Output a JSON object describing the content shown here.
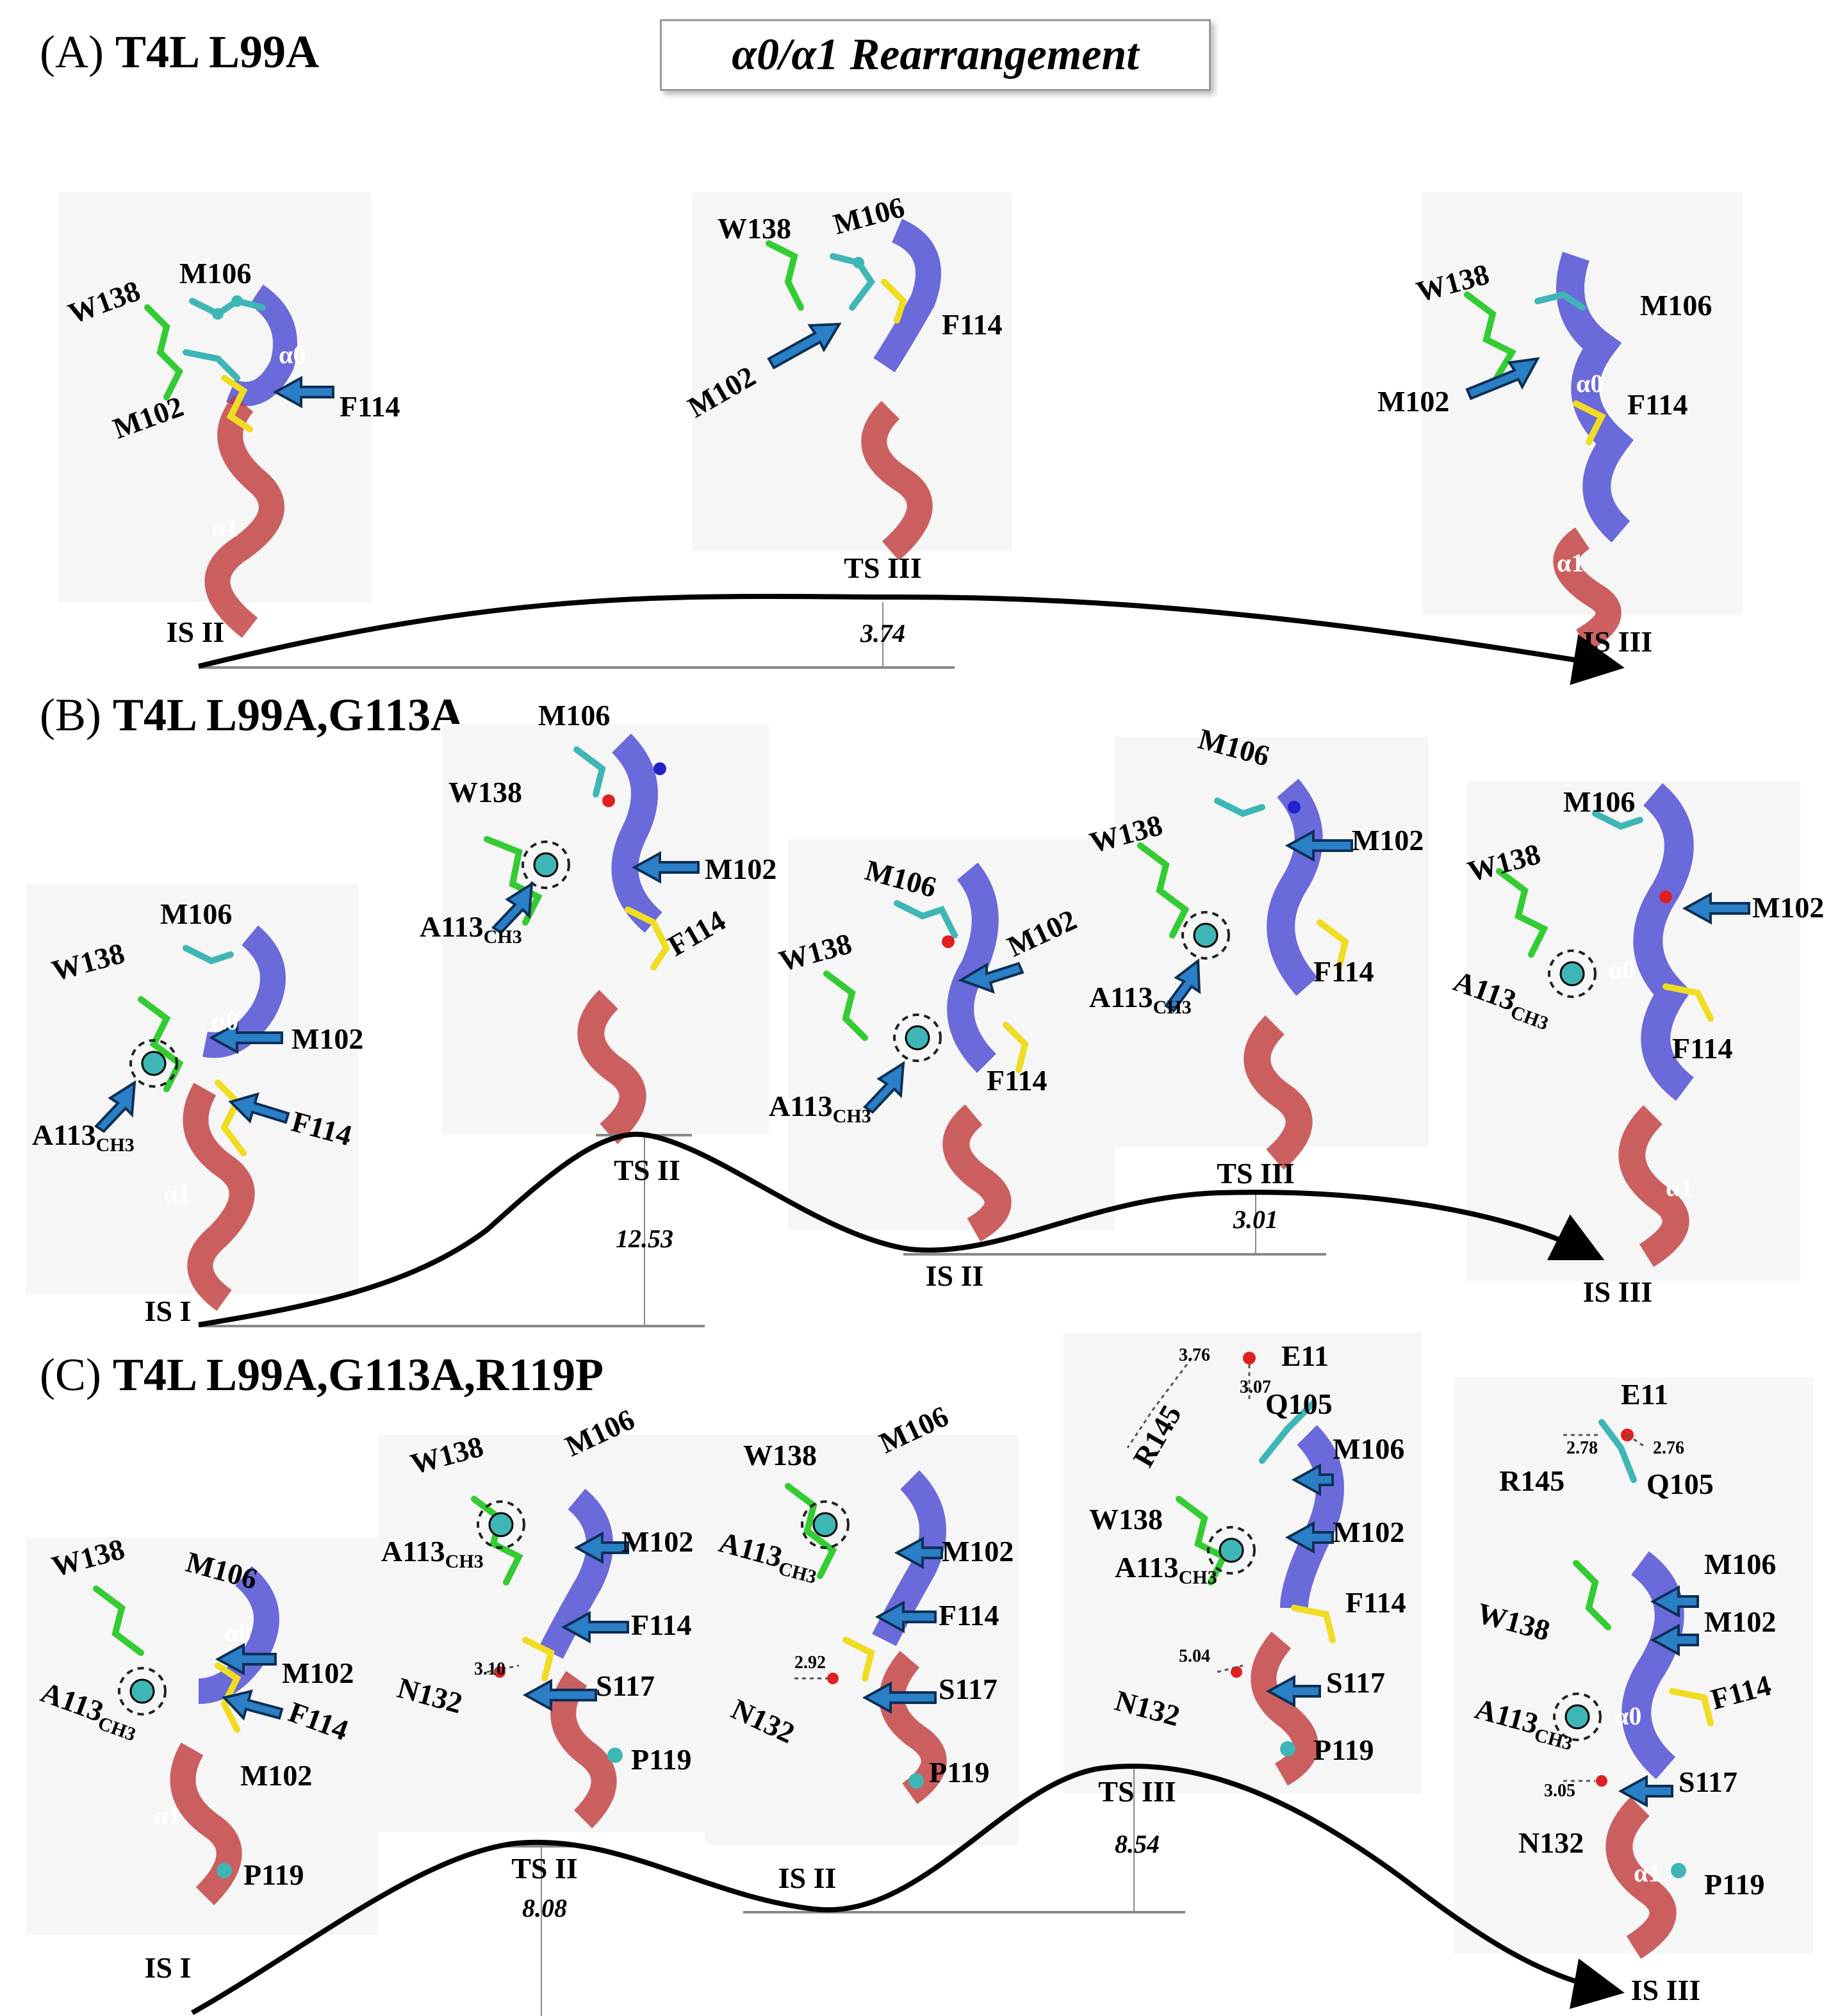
{
  "header": {
    "banner": "α0/α1 Rearrangement"
  },
  "panels": [
    {
      "label": "(A)",
      "name": "T4L L99A",
      "states": [
        "IS II",
        "TS III",
        "IS III"
      ],
      "barriers": [
        "3.74"
      ],
      "residues": [
        "W138",
        "M106",
        "M102",
        "F114",
        "α0",
        "α1"
      ]
    },
    {
      "label": "(B)",
      "name": "T4L L99A,G113A",
      "states": [
        "IS I",
        "TS II",
        "IS II",
        "TS III",
        "IS III"
      ],
      "barriers": [
        "12.53",
        "3.01"
      ],
      "residues": [
        "W138",
        "M106",
        "M102",
        "F114",
        "A113",
        "CH3",
        "α0",
        "α1"
      ]
    },
    {
      "label": "(C)",
      "name": "T4L L99A,G113A,R119P",
      "states": [
        "IS I",
        "TS II",
        "IS II",
        "TS III",
        "IS III"
      ],
      "barriers": [
        "8.08",
        "8.54"
      ],
      "residues": [
        "W138",
        "M106",
        "M102",
        "F114",
        "A113",
        "CH3",
        "S117",
        "N132",
        "P119",
        "E11",
        "Q105",
        "R145",
        "α0",
        "α1"
      ],
      "distances": [
        "3.10",
        "2.92",
        "3.76",
        "3.07",
        "5.04",
        "2.78",
        "2.76",
        "3.05"
      ]
    }
  ],
  "colors": {
    "alpha0_helix": "#3b3bd0",
    "alpha1_helix": "#c0393b",
    "w138": "#33cc33",
    "f114": "#f0dc20",
    "carbon": "#3fb6b6",
    "arrow": "#2a7fc6",
    "path": "#000000"
  }
}
